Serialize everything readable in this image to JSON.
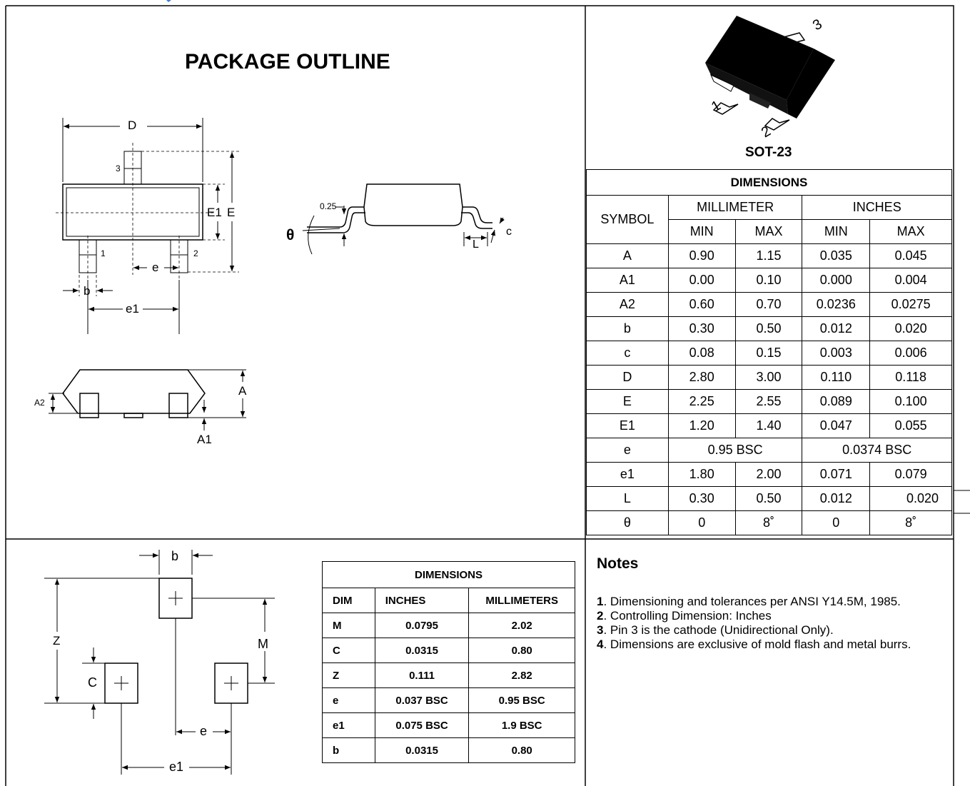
{
  "package_outline": {
    "title": "PACKAGE OUTLINE",
    "top_view": {
      "D": "D",
      "E1": "E1",
      "E": "E",
      "e": "e",
      "b": "b",
      "e1": "e1",
      "pin1": "1",
      "pin2": "2",
      "pin3": "3"
    },
    "side_view": {
      "gap": "0.25",
      "theta": "θ",
      "L": "L",
      "c": "c"
    },
    "front_view": {
      "A": "A",
      "A1": "A1",
      "A2": "A2"
    }
  },
  "package_image": {
    "pin1": "1",
    "pin2": "2",
    "pin3": "3",
    "name": "SOT-23"
  },
  "dimensions_table": {
    "title": "DIMENSIONS",
    "symbol_header": "SYMBOL",
    "group_headers": [
      "MILLIMETER",
      "INCHES"
    ],
    "sub_headers": [
      "MIN",
      "MAX",
      "MIN",
      "MAX"
    ],
    "rows": [
      {
        "symbol": "A",
        "mm_min": "0.90",
        "mm_max": "1.15",
        "in_min": "0.035",
        "in_max": "0.045"
      },
      {
        "symbol": "A1",
        "mm_min": "0.00",
        "mm_max": "0.10",
        "in_min": "0.000",
        "in_max": "0.004"
      },
      {
        "symbol": "A2",
        "mm_min": "0.60",
        "mm_max": "0.70",
        "in_min": "0.0236",
        "in_max": "0.0275"
      },
      {
        "symbol": "b",
        "mm_min": "0.30",
        "mm_max": "0.50",
        "in_min": "0.012",
        "in_max": "0.020"
      },
      {
        "symbol": "c",
        "mm_min": "0.08",
        "mm_max": "0.15",
        "in_min": "0.003",
        "in_max": "0.006"
      },
      {
        "symbol": "D",
        "mm_min": "2.80",
        "mm_max": "3.00",
        "in_min": "0.110",
        "in_max": "0.118"
      },
      {
        "symbol": "E",
        "mm_min": "2.25",
        "mm_max": "2.55",
        "in_min": "0.089",
        "in_max": "0.100"
      },
      {
        "symbol": "E1",
        "mm_min": "1.20",
        "mm_max": "1.40",
        "in_min": "0.047",
        "in_max": "0.055"
      },
      {
        "symbol": "e",
        "mm_bsc": "0.95 BSC",
        "in_bsc": "0.0374 BSC"
      },
      {
        "symbol": "e1",
        "mm_min": "1.80",
        "mm_max": "2.00",
        "in_min": "0.071",
        "in_max": "0.079"
      },
      {
        "symbol": "L",
        "mm_min": "0.30",
        "mm_max": "0.50",
        "in_min": "0.012",
        "in_max": "0.020"
      },
      {
        "symbol": "θ",
        "mm_min": "0",
        "mm_max": "8˚",
        "in_min": "0",
        "in_max": "8˚"
      }
    ]
  },
  "footprint": {
    "b": "b",
    "Z": "Z",
    "M": "M",
    "C": "C",
    "e": "e",
    "e1": "e1"
  },
  "land_table": {
    "title": "DIMENSIONS",
    "headers": [
      "DIM",
      "INCHES",
      "MILLIMETERS"
    ],
    "rows": [
      {
        "dim": "M",
        "inches": "0.0795",
        "mm": "2.02"
      },
      {
        "dim": "C",
        "inches": "0.0315",
        "mm": "0.80"
      },
      {
        "dim": "Z",
        "inches": "0.111",
        "mm": "2.82"
      },
      {
        "dim": "e",
        "inches": "0.037 BSC",
        "mm": "0.95 BSC"
      },
      {
        "dim": "e1",
        "inches": "0.075 BSC",
        "mm": "1.9 BSC"
      },
      {
        "dim": "b",
        "inches": "0.0315",
        "mm": "0.80"
      }
    ]
  },
  "notes": {
    "title": "Notes",
    "items": [
      {
        "num": "1",
        "text": ". Dimensioning and tolerances per ANSI Y14.5M, 1985."
      },
      {
        "num": "2",
        "text": ". Controlling Dimension: Inches"
      },
      {
        "num": "3",
        "text": ". Pin 3 is the cathode (Unidirectional Only)."
      },
      {
        "num": "4",
        "text": ". Dimensions are exclusive of mold flash and metal burrs."
      }
    ]
  }
}
